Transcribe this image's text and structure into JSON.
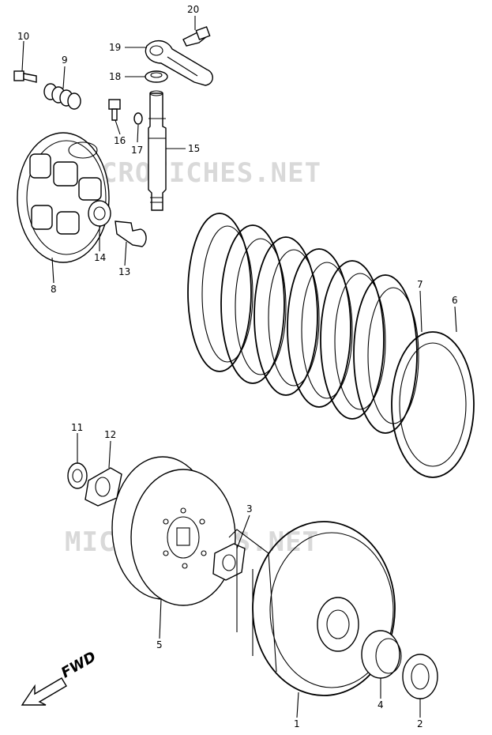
{
  "watermarks": [
    "MICROFICHES.NET",
    "MICROFICHES.NET"
  ],
  "direction_label": "FWD",
  "callouts": [
    {
      "id": "1",
      "part": "clutch-housing"
    },
    {
      "id": "2",
      "part": "thrust-washer"
    },
    {
      "id": "3",
      "part": "lock-washer"
    },
    {
      "id": "4",
      "part": "needle-bearing"
    },
    {
      "id": "5",
      "part": "clutch-sleeve-hub"
    },
    {
      "id": "6",
      "part": "drive-plate"
    },
    {
      "id": "7",
      "part": "driven-plate"
    },
    {
      "id": "8",
      "part": "pressure-plate"
    },
    {
      "id": "9",
      "part": "clutch-spring"
    },
    {
      "id": "10",
      "part": "bolt"
    },
    {
      "id": "11",
      "part": "nut"
    },
    {
      "id": "12",
      "part": "lock-washer-12"
    },
    {
      "id": "13",
      "part": "push-piece"
    },
    {
      "id": "14",
      "part": "bearing"
    },
    {
      "id": "15",
      "part": "release-shaft"
    },
    {
      "id": "16",
      "part": "bolt-16"
    },
    {
      "id": "17",
      "part": "washer-17"
    },
    {
      "id": "18",
      "part": "oil-seal"
    },
    {
      "id": "19",
      "part": "release-arm"
    },
    {
      "id": "20",
      "part": "bolt-20"
    }
  ]
}
